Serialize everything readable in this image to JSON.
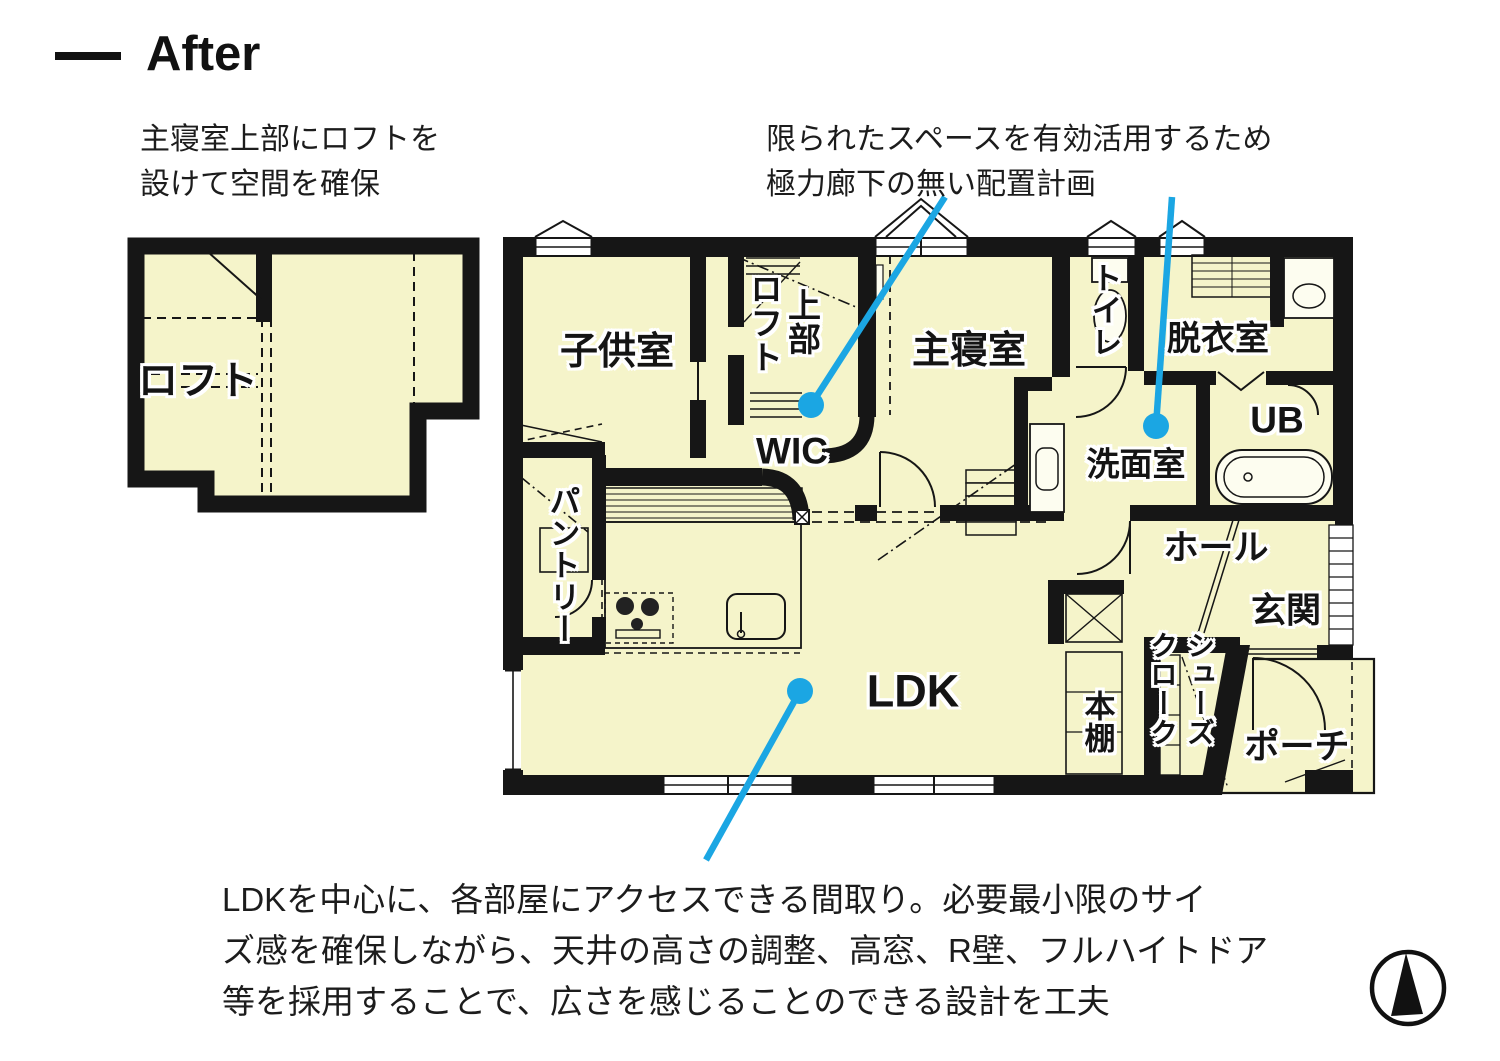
{
  "header": {
    "title": "After"
  },
  "annotations": {
    "loft_note": {
      "line1": "主寝室上部にロフトを",
      "line2": "設けて空間を確保"
    },
    "layout_note": {
      "line1": "限られたスペースを有効活用するため",
      "line2": "極力廊下の無い配置計画"
    },
    "bottom_note": {
      "line1": "LDKを中心に、各部屋にアクセスできる間取り。必要最小限のサイ",
      "line2": "ズ感を確保しながら、天井の高さの調整、高窓、R壁、フルハイトドア",
      "line3": "等を採用することで、広さを感じることのできる設計を工夫"
    }
  },
  "floor_plan": {
    "rooms": {
      "loft": "ロフト",
      "kids_room": "子供室",
      "loft_upper_col_left": "ロフト",
      "loft_upper_col_right": "上部",
      "wic": "WIC",
      "master_bedroom": "主寝室",
      "toilet": "トイレ",
      "dressing_room": "脱衣室",
      "ub": "UB",
      "washroom": "洗面室",
      "pantry": "パントリー",
      "ldk": "LDK",
      "hall": "ホール",
      "entrance": "玄関",
      "shoe_closet_col_right": "シューズ",
      "shoe_closet_col_left": "クローク",
      "bookshelf": "本棚",
      "porch": "ポーチ"
    }
  },
  "colors": {
    "accent_blue": "#1ba6e3",
    "wall_black": "#161616",
    "room_fill": "#f5f4ca"
  }
}
